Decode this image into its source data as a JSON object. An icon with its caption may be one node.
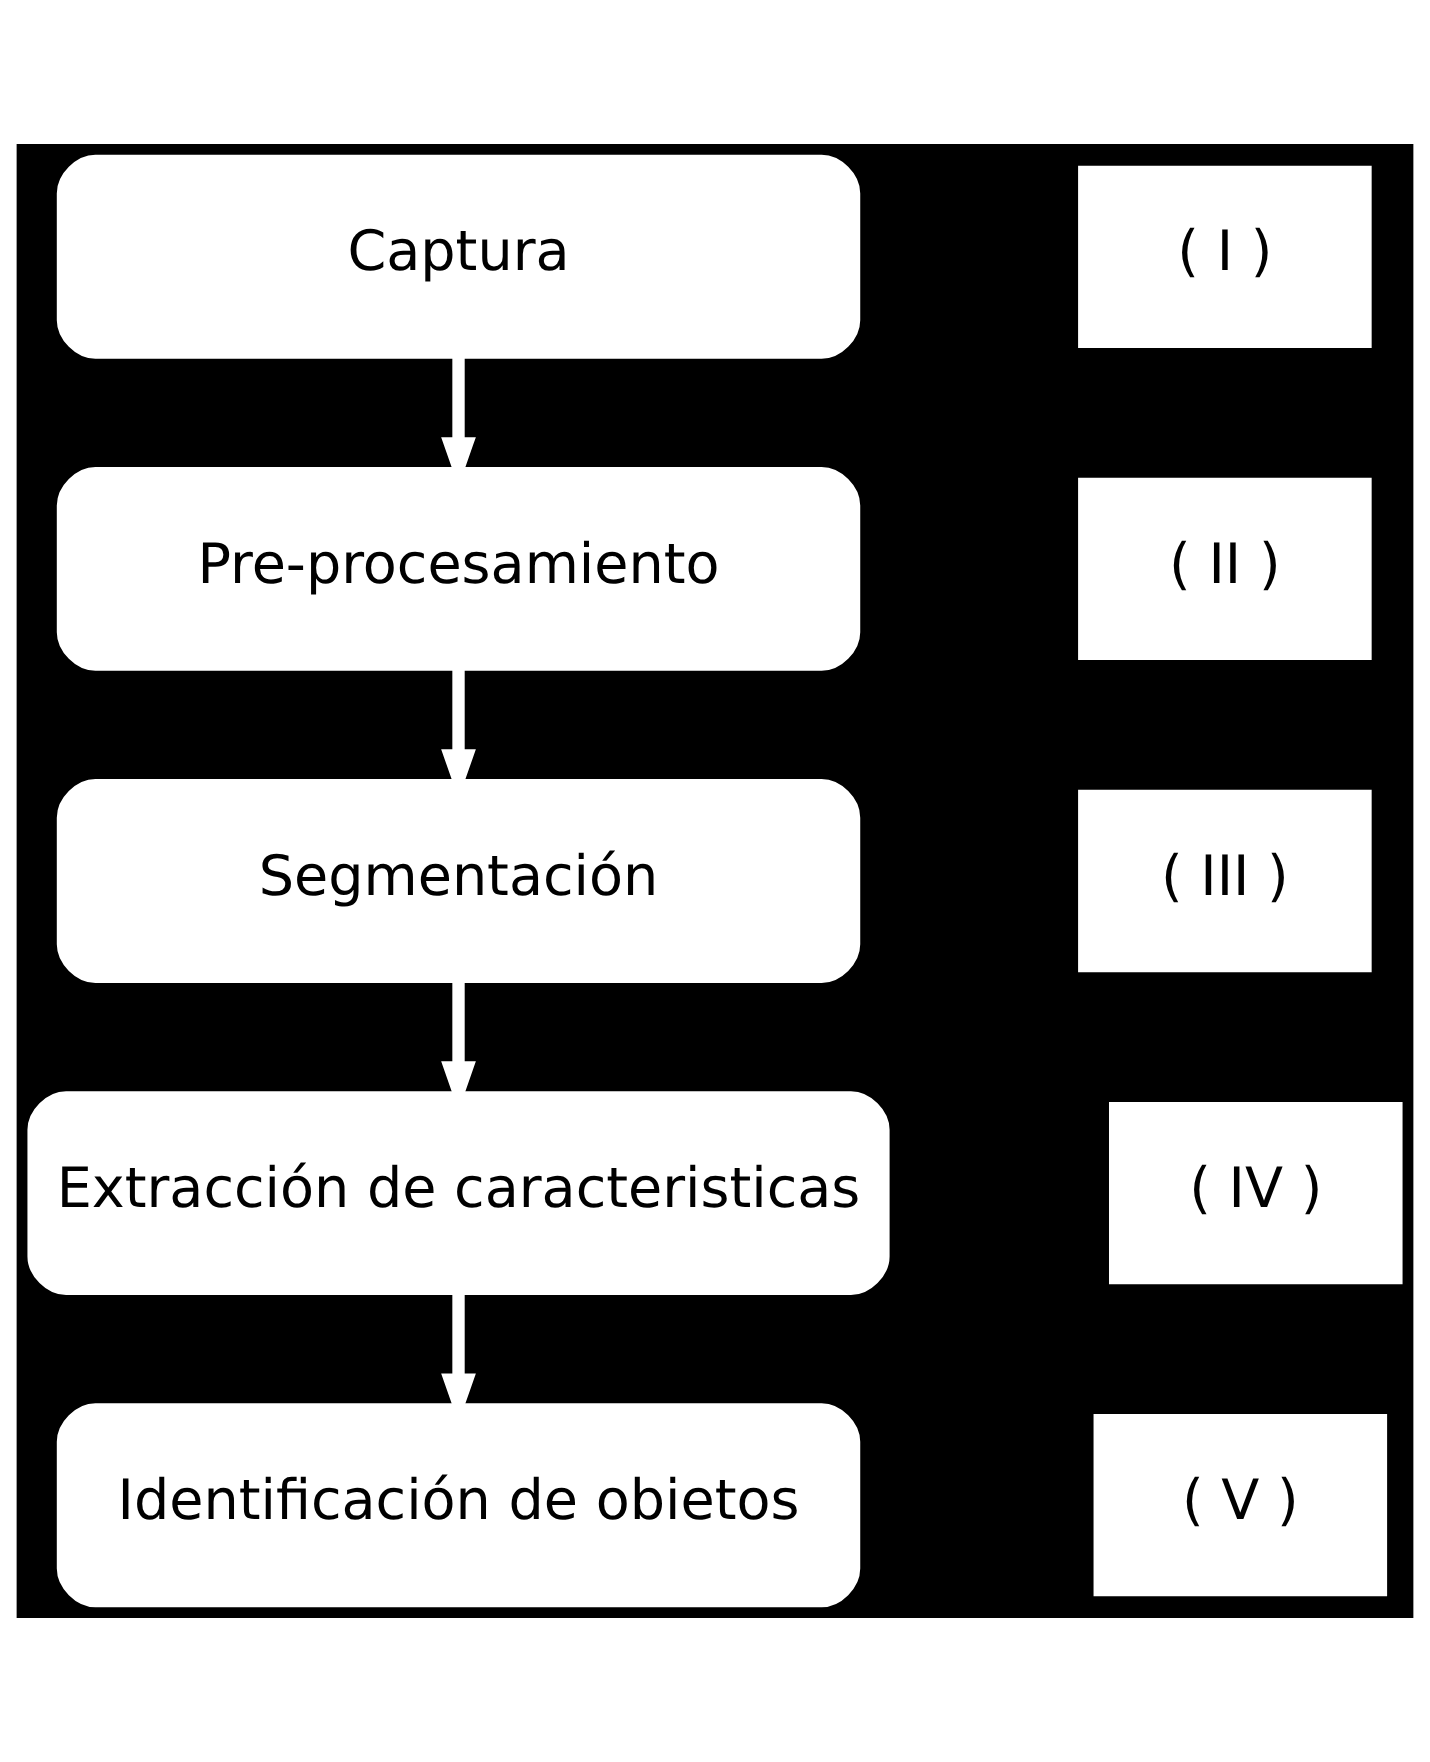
{
  "diagram": {
    "nodes": [
      {
        "text": [
          "Captura"
        ]
      },
      {
        "text": [
          "( I )"
        ]
      },
      {
        "text": [
          "Pre-procesamiento"
        ]
      },
      {
        "text": [
          "( II )"
        ]
      },
      {
        "text": [
          "Segmentación"
        ]
      },
      {
        "text": [
          "( III )"
        ]
      },
      {
        "text": [
          "Extracción de caracteristicas"
        ]
      },
      {
        "text": [
          "( IV )"
        ]
      },
      {
        "text": [
          "Identificación de obietos"
        ]
      },
      {
        "text": [
          "( V )"
        ]
      }
    ],
    "edges": [
      {
        "from": 0,
        "to": 2,
        "arrow": "to"
      },
      {
        "from": 2,
        "to": 4,
        "arrow": "to"
      },
      {
        "from": 4,
        "to": 6,
        "arrow": "to"
      },
      {
        "from": 6,
        "to": 8,
        "arrow": "to"
      }
    ]
  }
}
